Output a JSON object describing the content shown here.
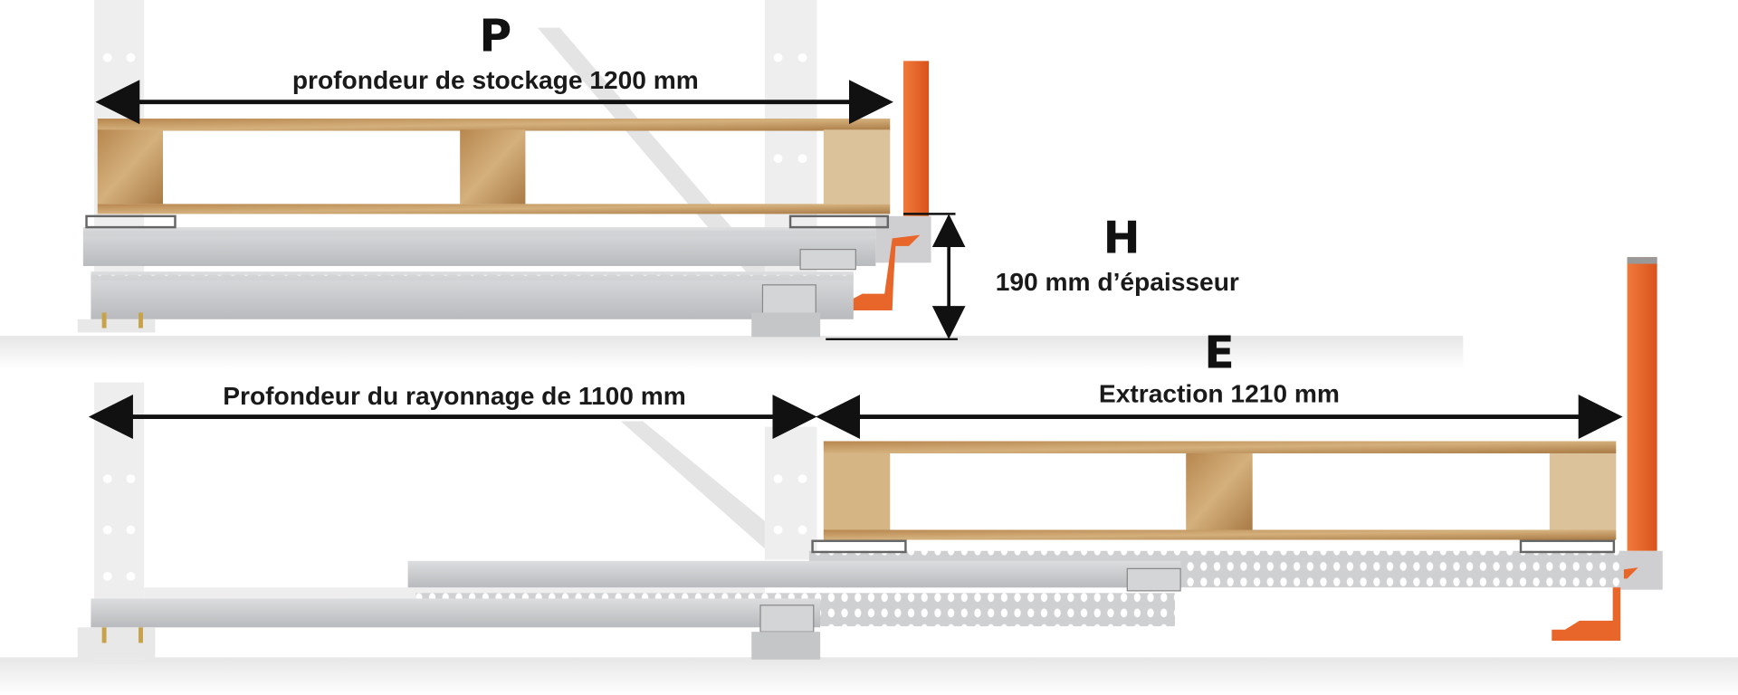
{
  "top": {
    "letter": "P",
    "caption": "profondeur de stockage 1200 mm"
  },
  "height_dim": {
    "letter": "H",
    "caption": "190 mm d’épaisseur"
  },
  "bottom": {
    "left_caption": "Profondeur du rayonnage de 1100 mm",
    "letter": "E",
    "right_caption": "Extraction 1210 mm"
  },
  "colors": {
    "orange": "#e8662a",
    "wood": "#c9a06a",
    "steel": "#c8c9cb",
    "upright": "#ededed",
    "arrow": "#111111"
  }
}
